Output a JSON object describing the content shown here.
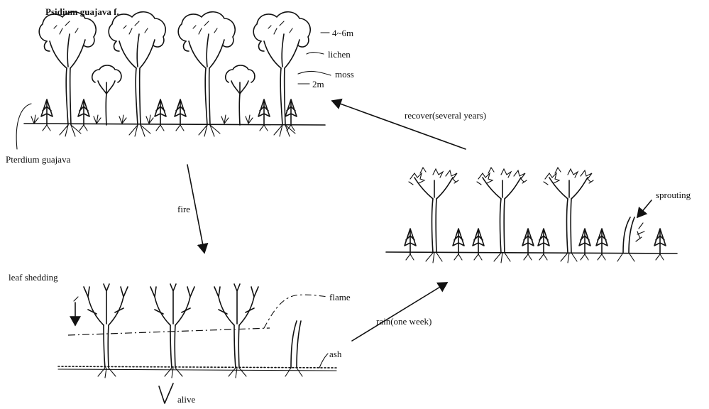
{
  "labels": {
    "species_top": "Psidium guajava  f.",
    "height_top": "4~6m",
    "lichen": "lichen",
    "moss": "moss",
    "height_low": "2m",
    "pteridium": "Pterdium guajava",
    "recover": "recover(several years)",
    "fire": "fire",
    "sprouting": "sprouting",
    "leaf_shedding": "leaf shedding",
    "flame": "flame",
    "rain": "rain(one week)",
    "ash": "ash",
    "alive": "alive"
  }
}
